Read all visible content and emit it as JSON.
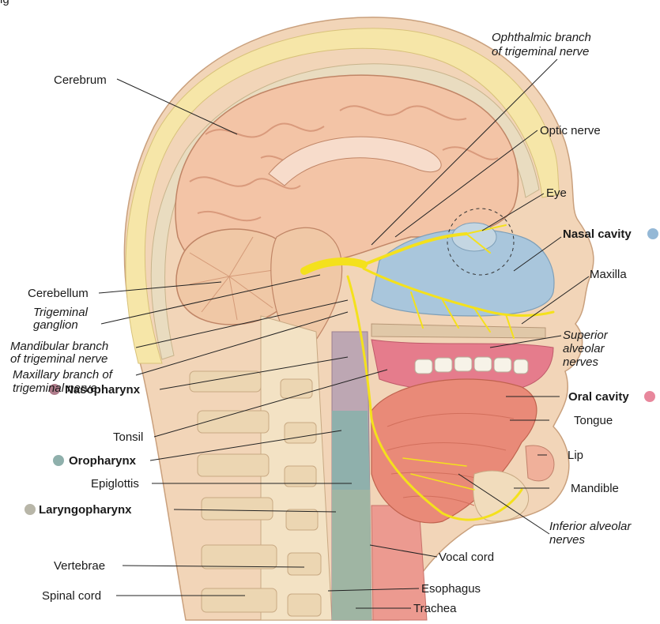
{
  "top_caption": "ig",
  "colors": {
    "skin": "#f2d5b8",
    "scalp": "#f6e6a8",
    "skull": "#e9dcc0",
    "brain": "#f3c4a6",
    "brain_fold": "#d99a7c",
    "nasal": "#a9c6dc",
    "oral": "#e57c8c",
    "tongue": "#e98a78",
    "nerve": "#f4e11c",
    "nasopharynx_dot": "#b07d8c",
    "oropharynx_dot": "#8fb0ac",
    "laryngopharynx_dot": "#b8b6a8",
    "nasal_cavity_dot": "#94b8d6",
    "oral_cavity_dot": "#e8879c"
  },
  "labels": {
    "ophthalmic_1": "Ophthalmic branch",
    "ophthalmic_2": "of trigeminal nerve",
    "cerebrum": "Cerebrum",
    "optic_nerve": "Optic nerve",
    "eye": "Eye",
    "nasal_cavity": "Nasal cavity",
    "maxilla": "Maxilla",
    "cerebellum": "Cerebellum",
    "trigeminal_1": "Trigeminal",
    "trigeminal_2": "ganglion",
    "mandibular_1": "Mandibular branch",
    "mandibular_2": "of trigeminal nerve",
    "maxillary_1": "Maxillary branch of",
    "maxillary_2": "trigeminal nerve",
    "superior_1": "Superior",
    "superior_2": "alveolar",
    "superior_3": "nerves",
    "nasopharynx": "Nasopharynx",
    "oral_cavity": "Oral cavity",
    "tonsil": "Tonsil",
    "tongue": "Tongue",
    "oropharynx": "Oropharynx",
    "lip": "Lip",
    "epiglottis": "Epiglottis",
    "mandible": "Mandible",
    "laryngopharynx": "Laryngopharynx",
    "inferior_1": "Inferior alveolar",
    "inferior_2": "nerves",
    "vocal_cord": "Vocal cord",
    "vertebrae": "Vertebrae",
    "esophagus": "Esophagus",
    "spinal_cord": "Spinal cord",
    "trachea": "Trachea"
  }
}
